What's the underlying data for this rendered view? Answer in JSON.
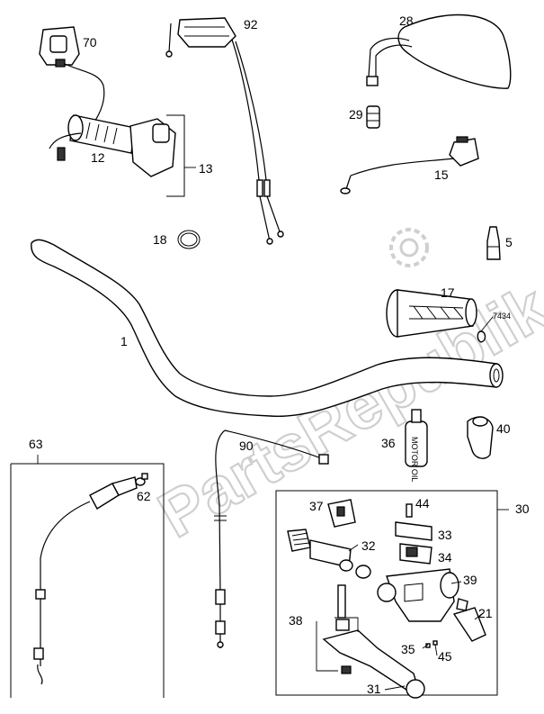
{
  "watermark": {
    "text": "PartsRepublik"
  },
  "callouts": {
    "p1": "1",
    "p5": "5",
    "p12": "12",
    "p13": "13",
    "p15": "15",
    "p17": "17",
    "p18": "18",
    "p21": "21",
    "p28": "28",
    "p29": "29",
    "p30": "30",
    "p31": "31",
    "p32": "32",
    "p33": "33",
    "p34": "34",
    "p35": "35",
    "p36": "36",
    "p37": "37",
    "p38": "38",
    "p39": "39",
    "p40": "40",
    "p44": "44",
    "p45": "45",
    "p62": "62",
    "p63": "63",
    "p70": "70",
    "p90": "90",
    "p92": "92",
    "p7434": "7434"
  },
  "bottle_label": "MOTOR OIL"
}
